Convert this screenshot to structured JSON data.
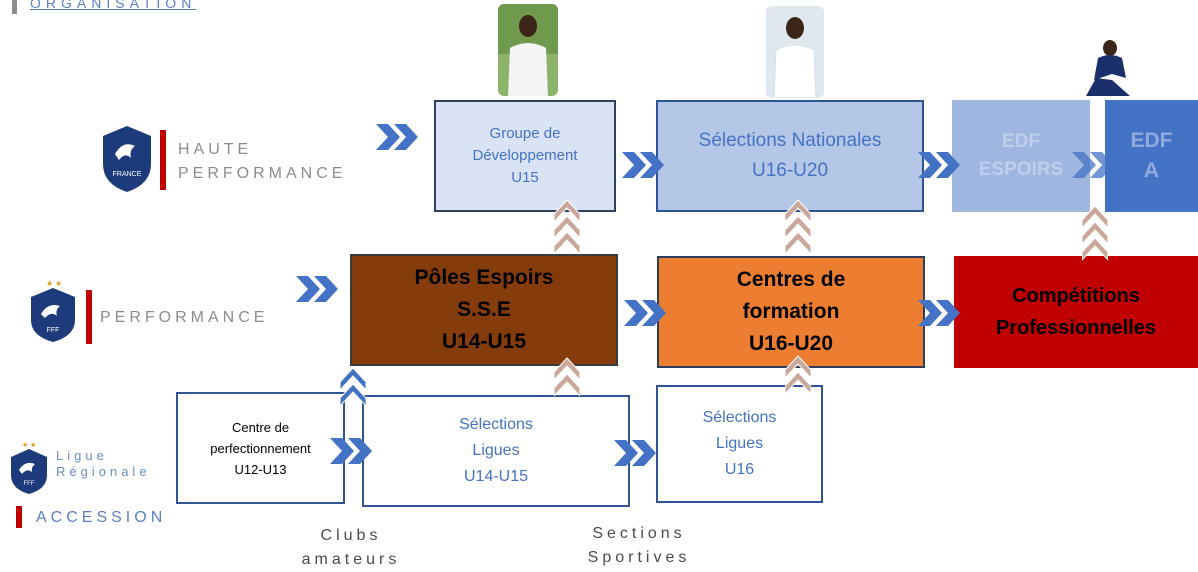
{
  "header": {
    "title": "ORGANISATION"
  },
  "tiers": {
    "haute_performance": [
      "HAUTE",
      "PERFORMANCE"
    ],
    "performance": "PERFORMANCE",
    "ligue": [
      "Ligue",
      "Régionale"
    ],
    "accession": "ACCESSION"
  },
  "logos": {
    "france_text": "FRANCE",
    "fff_text": "FFF"
  },
  "boxes": {
    "groupe": [
      "Groupe de",
      "Développement",
      "U15"
    ],
    "selections_nationales": [
      "Sélections Nationales",
      "U16-U20"
    ],
    "edf_espoirs": [
      "EDF",
      "ESPOIRS"
    ],
    "edf_a": [
      "EDF",
      "A"
    ],
    "poles": [
      "Pôles Espoirs",
      "S.S.E",
      "U14-U15"
    ],
    "centres": [
      "Centres de",
      "formation",
      "U16-U20"
    ],
    "competitions": [
      "Compétitions",
      "Professionnelles"
    ],
    "centre_perf": [
      "Centre de",
      "perfectionnement",
      "U12-U13"
    ],
    "selections_ligues_1": [
      "Sélections",
      "Ligues",
      "U14-U15"
    ],
    "selections_ligues_2": [
      "Sélections",
      "Ligues",
      "U16"
    ]
  },
  "bottom": {
    "clubs": [
      "Clubs",
      "amateurs"
    ],
    "sections": [
      "Sections",
      "Sportives"
    ]
  },
  "colors": {
    "light_blue": "#dae3f3",
    "mid_blue": "#b4c7e7",
    "faded_blue": "#8faadc",
    "dark_blue": "#4472c4",
    "brown": "#843c0c",
    "orange": "#ed7d31",
    "red": "#c00000",
    "arrow_blue": "#4472c4",
    "chevron": "#c9a89b"
  }
}
